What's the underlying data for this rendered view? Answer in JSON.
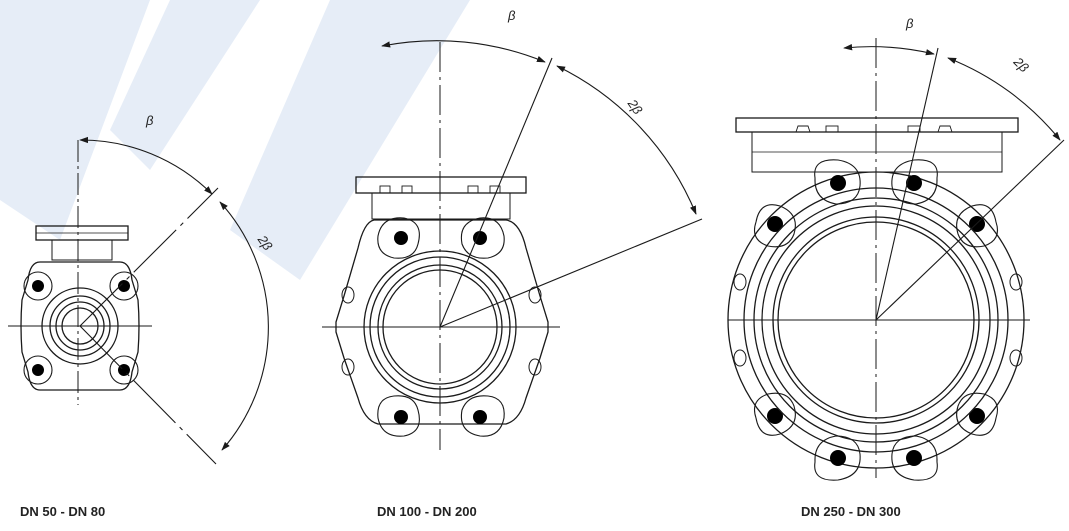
{
  "colors": {
    "line": "#1a1a1a",
    "watermark": "#e6edf7",
    "background": "#ffffff"
  },
  "diagrams": [
    {
      "caption": "DN 50 - DN 80",
      "angle_label": "β",
      "double_angle_label": "2β"
    },
    {
      "caption": "DN 100 - DN 200",
      "angle_label": "β",
      "double_angle_label": "2β"
    },
    {
      "caption": "DN 250 - DN 300",
      "angle_label": "β",
      "double_angle_label": "2β"
    }
  ]
}
